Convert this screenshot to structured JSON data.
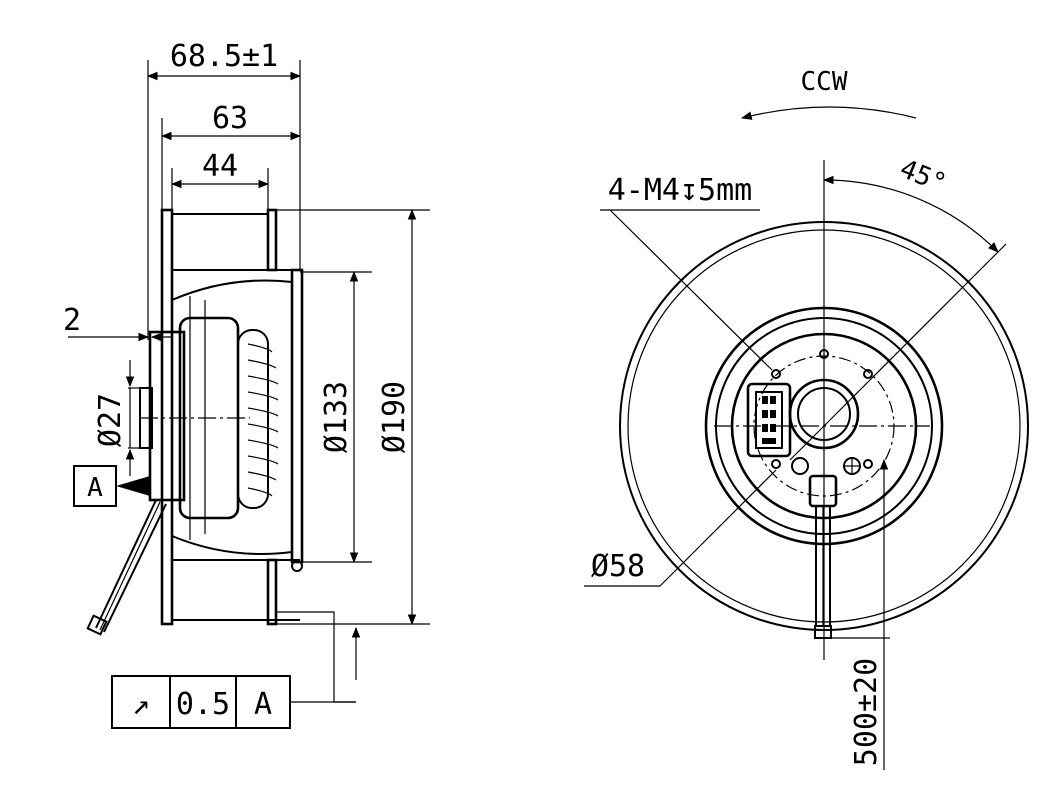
{
  "side_view": {
    "dim_overall_width": "68.5±1",
    "dim_width_63": "63",
    "dim_width_44": "44",
    "dim_offset": "2",
    "dim_hub_diameter": "Ø27",
    "dim_inlet_diameter": "Ø133",
    "dim_outer_diameter": "Ø190",
    "datum_label": "A",
    "runout_tolerance": {
      "symbol": "↗",
      "value": "0.5",
      "datum": "A"
    }
  },
  "front_view": {
    "rotation_label": "CCW",
    "angle_label": "45°",
    "screw_spec": "4-M4↧5mm",
    "bolt_circle_diameter": "Ø58",
    "cable_length": "500±20"
  },
  "colors": {
    "line": "#000000",
    "background": "#ffffff"
  }
}
